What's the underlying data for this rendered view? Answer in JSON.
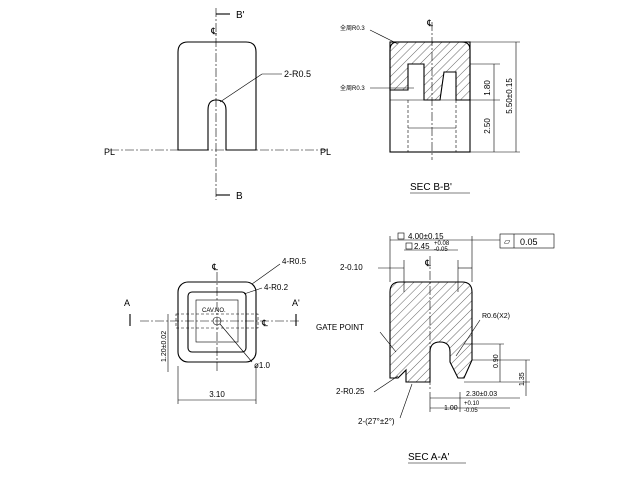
{
  "view_top_left": {
    "centerline_mark": "℄",
    "section_label_top": "B'",
    "section_label_bottom": "B",
    "radius_note": "2-R0.5",
    "pl_left": "PL",
    "pl_right": "PL"
  },
  "view_sec_bb": {
    "centerline_mark": "℄",
    "note_top": "全周R0.3",
    "note_mid": "全周R0.3",
    "dim_upper": "1.80",
    "dim_lower": "2.50",
    "dim_total": "5.50±0.15",
    "caption": "SEC  B-B'"
  },
  "view_plan": {
    "centerline_top": "℄",
    "centerline_right": "℄",
    "radius_outer": "4-R0.5",
    "radius_inner": "4-R0.2",
    "cav_label": "CAV.NO.",
    "hole_dia": "ø1.0",
    "dim_height": "1.20±0.02",
    "dim_width": "3.10",
    "section_left": "A",
    "section_right": "A'"
  },
  "view_sec_aa": {
    "centerline_mark": "℄",
    "dim_outer": "4.00±0.15",
    "dim_inner_value": "2.45",
    "dim_inner_upper_tol": "+0.08",
    "dim_inner_lower_tol": "-0.05",
    "flatness_symbol": "▱",
    "flatness_value": "0.05",
    "wall_note": "2-0.10",
    "gate_point": "GATE POINT",
    "corner_radius": "R0.6(X2)",
    "dim_090": "0.90",
    "dim_135": "1.35",
    "dim_230": "2.30±0.03",
    "dim_100_value": "1.00",
    "dim_100_upper_tol": "+0.10",
    "dim_100_lower_tol": "-0.05",
    "bottom_radius": "2-R0.25",
    "angle_note": "2-(27°±2°)",
    "caption": "SEC  A-A'"
  }
}
